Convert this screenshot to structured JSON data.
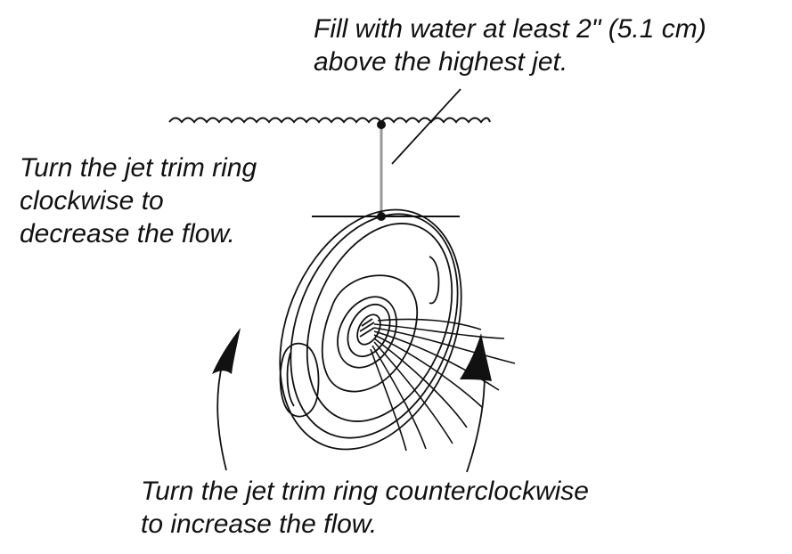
{
  "labels": {
    "fill_water": {
      "line1": "Fill with water at least 2\" (5.1 cm)",
      "line2": "above the highest jet."
    },
    "clockwise": {
      "line1": "Turn the jet trim ring",
      "line2": "clockwise to",
      "line3": "decrease the flow."
    },
    "counterclockwise": {
      "line1": "Turn the jet trim ring counterclockwise",
      "line2": "to increase the flow."
    }
  },
  "colors": {
    "ink": "#111111",
    "measure_line": "#999999",
    "background": "#ffffff"
  }
}
